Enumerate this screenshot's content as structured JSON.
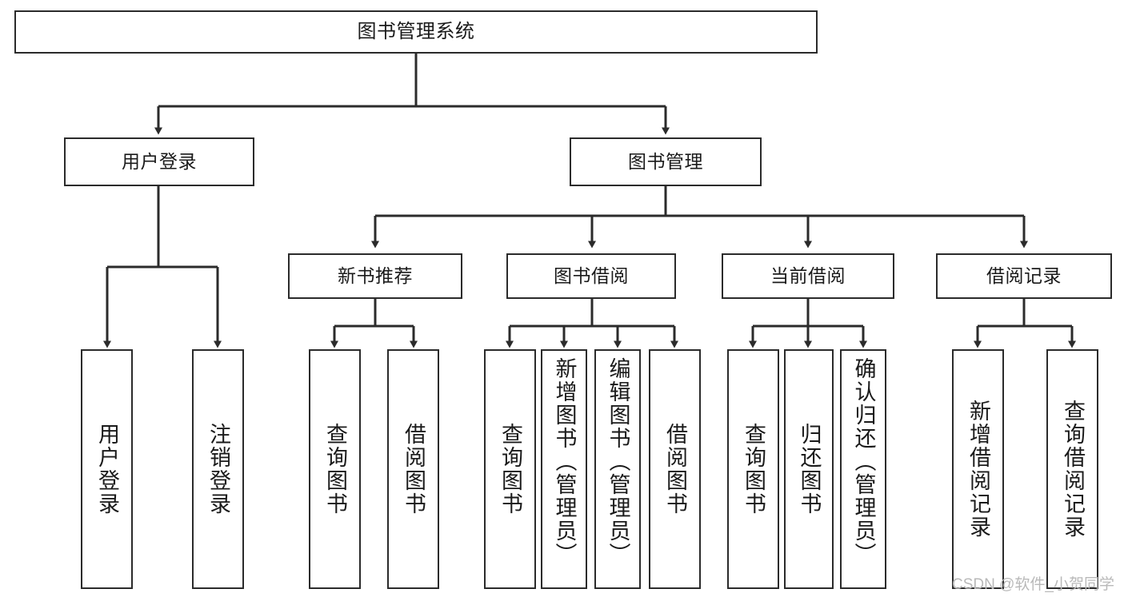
{
  "diagram": {
    "type": "tree",
    "title": "图书管理系统",
    "orientation": "top-down",
    "colors": {
      "node_border": "#2b2b2b",
      "node_fill": "#ffffff",
      "edge": "#2b2b2b",
      "text": "#1a1a1a",
      "watermark": "#b9b9b9",
      "background": "#ffffff"
    }
  },
  "nodes": {
    "root": {
      "label": "图书管理系统"
    },
    "level2": [
      {
        "id": "user-login",
        "label": "用户登录"
      },
      {
        "id": "book-manage",
        "label": "图书管理"
      }
    ],
    "level3": [
      {
        "id": "new-book-rec",
        "label": "新书推荐"
      },
      {
        "id": "book-borrow",
        "label": "图书借阅"
      },
      {
        "id": "current-borrow",
        "label": "当前借阅"
      },
      {
        "id": "borrow-record",
        "label": "借阅记录"
      }
    ],
    "leaves": [
      {
        "id": "leaf-user-login",
        "parent": "user-login",
        "label": "用户登录"
      },
      {
        "id": "leaf-logout",
        "parent": "user-login",
        "label": "注销登录"
      },
      {
        "id": "leaf-query-book-1",
        "parent": "new-book-rec",
        "label": "查询图书"
      },
      {
        "id": "leaf-borrow-book-1",
        "parent": "new-book-rec",
        "label": "借阅图书"
      },
      {
        "id": "leaf-query-book-2",
        "parent": "book-borrow",
        "label": "查询图书"
      },
      {
        "id": "leaf-add-book",
        "parent": "book-borrow",
        "label": "新增图书（管理员）"
      },
      {
        "id": "leaf-edit-book",
        "parent": "book-borrow",
        "label": "编辑图书（管理员）"
      },
      {
        "id": "leaf-borrow-book-2",
        "parent": "book-borrow",
        "label": "借阅图书"
      },
      {
        "id": "leaf-query-book-3",
        "parent": "current-borrow",
        "label": "查询图书"
      },
      {
        "id": "leaf-return-book",
        "parent": "current-borrow",
        "label": "归还图书"
      },
      {
        "id": "leaf-confirm-return",
        "parent": "current-borrow",
        "label": "确认归还（管理员）"
      },
      {
        "id": "leaf-add-record",
        "parent": "borrow-record",
        "label": "新增借阅记录"
      },
      {
        "id": "leaf-query-record",
        "parent": "borrow-record",
        "label": "查询借阅记录"
      }
    ]
  },
  "watermark": {
    "text": "CSDN @软件_小贺同学"
  }
}
